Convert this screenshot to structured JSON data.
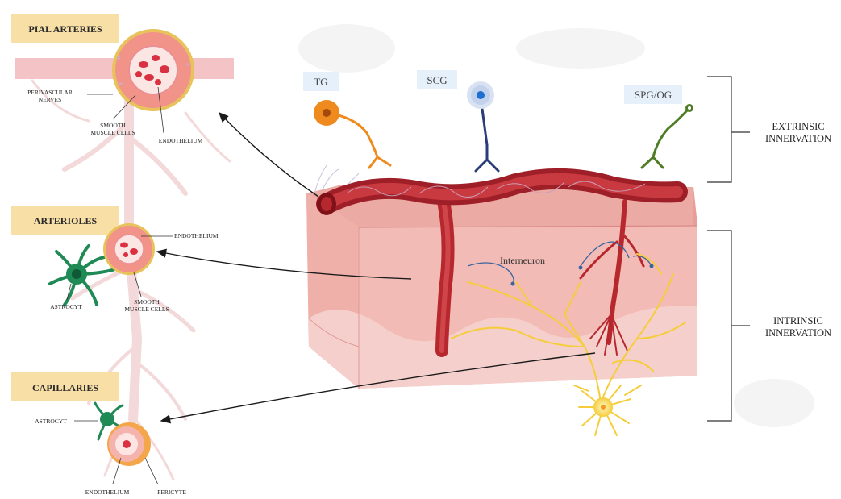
{
  "vessel_types": {
    "pial": {
      "title": "PIAL ARTERIES",
      "perivascular_1": "PERIVASCULAR",
      "perivascular_2": "NERVES",
      "smooth_1": "SMOOTH",
      "smooth_2": "MUSCLE CELLS",
      "endothelium": "ENDOTHELIUM"
    },
    "arterioles": {
      "title": "ARTERIOLES",
      "endothelium": "ENDOTHELIUM",
      "astrocyte": "ASTROCYT",
      "smooth_1": "SMOOTH",
      "smooth_2": "MUSCLE CELLS"
    },
    "capillaries": {
      "title": "CAPILLARIES",
      "astrocyte": "ASTROCYT",
      "endothelium": "ENDOTHELIUM",
      "pericyte": "PERICYTE"
    }
  },
  "neurons": {
    "tg": "TG",
    "scg": "SCG",
    "spg": "SPG/OG",
    "interneuron": "Interneuron"
  },
  "innervation": {
    "extrinsic_1": "EXTRINSIC",
    "extrinsic_2": "INNERVATION",
    "intrinsic_1": "INTRINSIC",
    "intrinsic_2": "INNERVATION"
  },
  "colors": {
    "label_box": "#f8dfa6",
    "artery_red": "#b7282e",
    "tissue_pink": "#f1b4ad",
    "neuron_yellow": "#f5cd3a",
    "astrocyte_green": "#1f8a55",
    "tg_orange": "#ef8a1f",
    "scg_blue": "#2a3d7a",
    "spg_green": "#4e7d26"
  }
}
